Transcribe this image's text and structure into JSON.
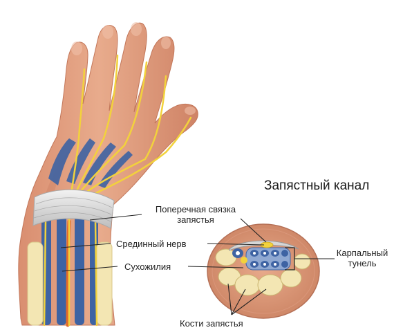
{
  "title": "Запястный канал",
  "labels": {
    "ligament": [
      "Поперечная связка",
      "запястья"
    ],
    "median_nerve": "Срединный нерв",
    "tendons": "Сухожилия",
    "carpal_tunnel": [
      "Карпальный",
      "тунель"
    ],
    "carpal_bones": "Кости запястья"
  },
  "colors": {
    "skin": "#e3a284",
    "skin_shadow": "#c97a5f",
    "tendon_blue": "#3e63a3",
    "nerve_yellow": "#f2d23c",
    "bone": "#f3e6b3",
    "ligament": "#dcdcdc",
    "leader_line": "#222222"
  }
}
